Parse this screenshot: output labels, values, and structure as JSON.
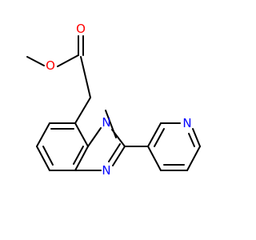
{
  "structure": {
    "atoms": {
      "o_ether": {
        "symbol": "O",
        "color": "#ff0000"
      },
      "o_carbonyl": {
        "symbol": "O",
        "color": "#ff0000"
      },
      "n_methyl": {
        "symbol": "N",
        "color": "#0000ff"
      },
      "n_imine": {
        "symbol": "N",
        "color": "#0000ff"
      },
      "n_pyridine": {
        "symbol": "N",
        "color": "#0000ff"
      }
    }
  }
}
